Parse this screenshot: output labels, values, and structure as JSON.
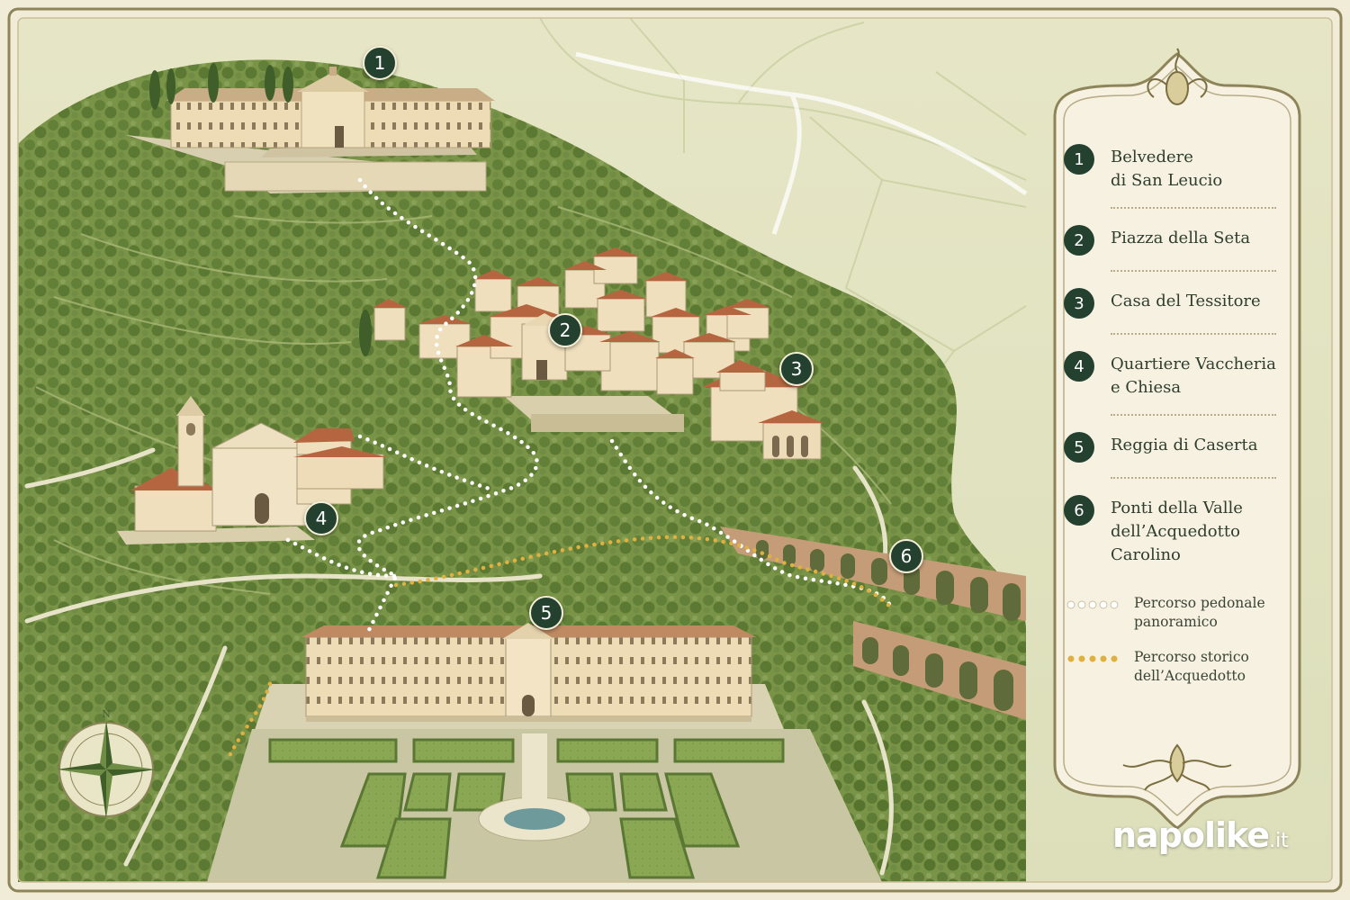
{
  "map": {
    "markers": [
      {
        "number": "1",
        "name": "Belvedere di San Leucio"
      },
      {
        "number": "2",
        "name": "Piazza della Seta"
      },
      {
        "number": "3",
        "name": "Casa del Tessitore"
      },
      {
        "number": "4",
        "name": "Quartiere Vaccheria e Chiesa"
      },
      {
        "number": "5",
        "name": "Reggia di Caserta"
      },
      {
        "number": "6",
        "name": "Ponti della Valle dell’Acquedotto Carolino"
      }
    ],
    "compass_label": "N"
  },
  "legend": {
    "items": [
      {
        "number": "1",
        "label": "Belvedere\ndi San Leucio"
      },
      {
        "number": "2",
        "label": "Piazza della Seta"
      },
      {
        "number": "3",
        "label": "Casa del Tessitore"
      },
      {
        "number": "4",
        "label": "Quartiere Vaccheria\ne Chiesa"
      },
      {
        "number": "5",
        "label": "Reggia di Caserta"
      },
      {
        "number": "6",
        "label": "Ponti della Valle\ndell’Acquedotto\nCarolino"
      }
    ],
    "routes": [
      {
        "label": "Percorso pedonale\npanoramico",
        "color": "#ffffff"
      },
      {
        "label": "Percorso storico\ndell’Acquedotto",
        "color": "#e0b040"
      }
    ]
  },
  "brand": {
    "name": "napolike",
    "tld": ".it"
  },
  "colors": {
    "marker": "#24402e",
    "panel": "#f6f1e1",
    "panel_border": "#8e8459",
    "hill": "#7b9548",
    "plain": "#dfe2bd",
    "roof": "#b4623e",
    "wall": "#efe0bd"
  }
}
